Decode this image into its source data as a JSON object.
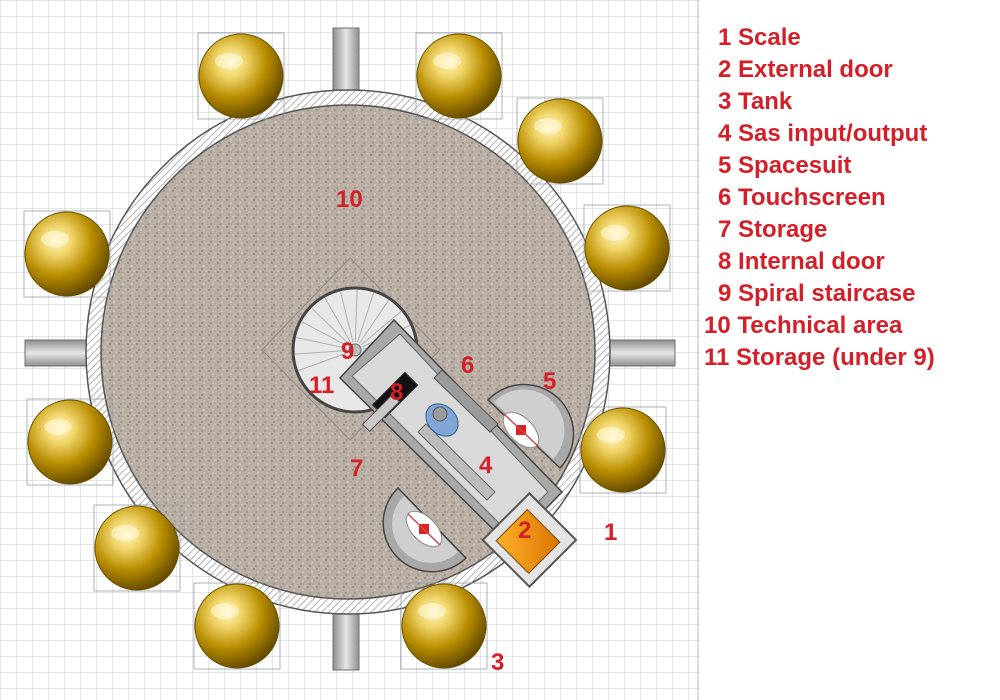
{
  "colors": {
    "label_red": "#d51f28",
    "grid_line": "#c9ccd1",
    "floor": "#b9aea3",
    "wall": "#9a9a9a",
    "tank_gold": "#c9a100",
    "airlock_orange": "#f08a00",
    "inner_door": "#111111"
  },
  "legend": [
    {
      "num": "1",
      "text": "Scale"
    },
    {
      "num": "2",
      "text": "External door"
    },
    {
      "num": "3",
      "text": "Tank"
    },
    {
      "num": "4",
      "text": "Sas input/output"
    },
    {
      "num": "5",
      "text": "Spacesuit"
    },
    {
      "num": "6",
      "text": "Touchscreen"
    },
    {
      "num": "7",
      "text": "Storage"
    },
    {
      "num": "8",
      "text": "Internal door"
    },
    {
      "num": "9",
      "text": "Spiral staircase"
    },
    {
      "num": "10",
      "text": "Technical area"
    },
    {
      "num": "11",
      "text": "Storage (under 9)"
    }
  ],
  "plan_labels": {
    "scale": "1",
    "external_door": "2",
    "tank": "3",
    "sas": "4",
    "spacesuit": "5",
    "touchscreen": "6",
    "storage": "7",
    "internal_door": "8",
    "staircase": "9",
    "technical_area": "10",
    "storage_under_stairs": "11"
  },
  "icons": {
    "tank": "gold-sphere-icon",
    "spacesuit": "spacesuit-icon",
    "astronaut": "astronaut-icon"
  }
}
